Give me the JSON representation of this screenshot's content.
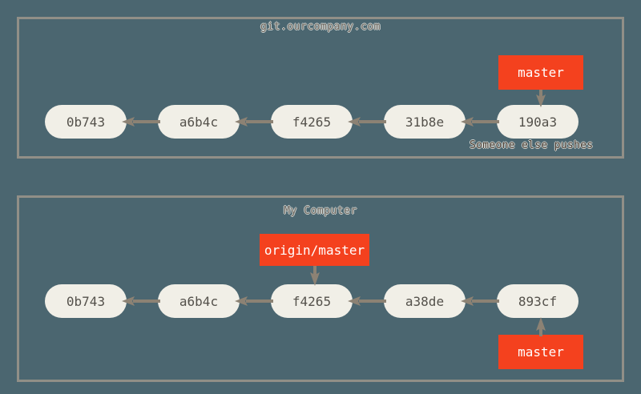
{
  "colors": {
    "background": "#4b6670",
    "panel_border": "#918f87",
    "node_fill": "#f1efe7",
    "node_text": "#54514b",
    "ref_fill": "#f4411e",
    "ref_text": "#ffffff",
    "arrow": "#8c8274",
    "title_text": "#6d675f",
    "caption_text": "#4b3f36"
  },
  "diagram": {
    "type": "git-history-diagram",
    "panels": [
      {
        "id": "remote",
        "title": "git.ourcompany.com",
        "commits": [
          {
            "id": "0b743"
          },
          {
            "id": "a6b4c"
          },
          {
            "id": "f4265"
          },
          {
            "id": "31b8e"
          },
          {
            "id": "190a3"
          }
        ],
        "refs": [
          {
            "label": "master",
            "points_to": "190a3",
            "direction": "down"
          }
        ],
        "caption": "Someone else pushes"
      },
      {
        "id": "local",
        "title": "My Computer",
        "commits": [
          {
            "id": "0b743"
          },
          {
            "id": "a6b4c"
          },
          {
            "id": "f4265"
          },
          {
            "id": "a38de"
          },
          {
            "id": "893cf"
          }
        ],
        "refs": [
          {
            "label": "origin/master",
            "points_to": "f4265",
            "direction": "down"
          },
          {
            "label": "master",
            "points_to": "893cf",
            "direction": "up"
          }
        ],
        "caption": ""
      }
    ]
  }
}
